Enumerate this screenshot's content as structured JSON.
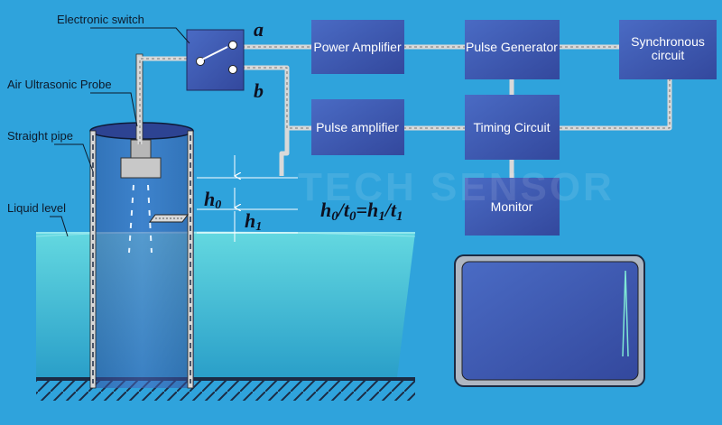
{
  "labels": {
    "electronic_switch": "Electronic switch",
    "air_probe": "Air Ultrasonic Probe",
    "straight_pipe": "Straight pipe",
    "liquid_level": "Liquid level"
  },
  "switch_terminals": {
    "a": "a",
    "b": "b"
  },
  "boxes": {
    "power_amplifier": "Power Amplifier",
    "pulse_generator": "Pulse Generator",
    "synchronous_line1": "Synchronous",
    "synchronous_line2": "circuit",
    "pulse_amplifier": "Pulse amplifier",
    "timing_circuit": "Timing Circuit",
    "monitor": "Monitor"
  },
  "heights": {
    "h0": "h0",
    "h1": "h1"
  },
  "equation": {
    "text": "h0/t0=h1/t1"
  },
  "watermark": "TECH SENSOR",
  "colors": {
    "background": "#2fa3dc",
    "box_fill": "#3f5db8",
    "cable": "#d9d9d9",
    "liquid": "#3fc6d6"
  }
}
